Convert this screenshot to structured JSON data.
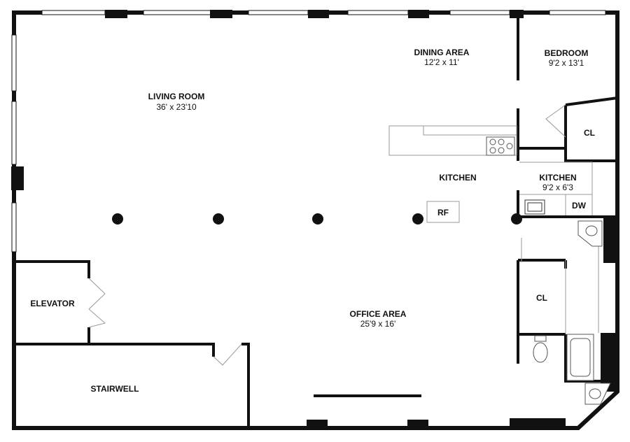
{
  "rooms": {
    "living_room": {
      "name": "LIVING ROOM",
      "dims": "36' x 23'10"
    },
    "dining_area": {
      "name": "DINING AREA",
      "dims": "12'2 x 11'"
    },
    "bedroom": {
      "name": "BEDROOM",
      "dims": "9'2 x 13'1"
    },
    "closet_bedroom": {
      "name": "CL"
    },
    "kitchen_open": {
      "name": "KITCHEN"
    },
    "kitchen": {
      "name": "KITCHEN",
      "dims": "9'2 x 6'3"
    },
    "dishwasher": {
      "name": "DW"
    },
    "refrigerator": {
      "name": "RF"
    },
    "closet_hall": {
      "name": "CL"
    },
    "elevator": {
      "name": "ELEVATOR"
    },
    "office_area": {
      "name": "OFFICE AREA",
      "dims": "25'9 x 16'"
    },
    "stairwell": {
      "name": "STAIRWELL"
    }
  },
  "colors": {
    "wall": "#111111",
    "fixture_line": "#999999",
    "background": "#ffffff"
  }
}
